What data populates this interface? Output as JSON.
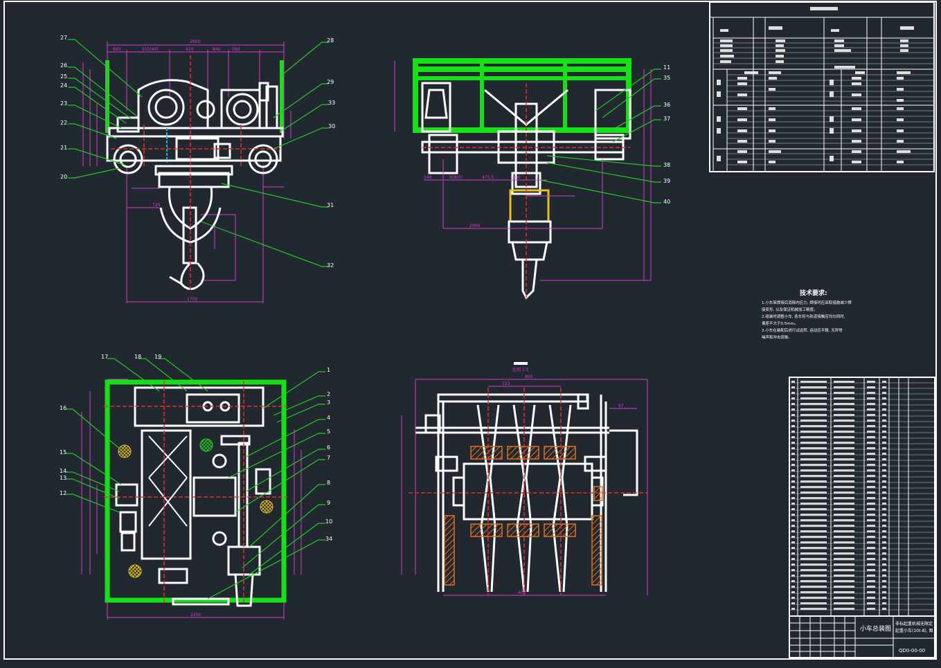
{
  "drawing": {
    "title": "小车总装图",
    "drawing_number": "QD0-00-00",
    "subtitle_line1": "非标起重机械无限定",
    "subtitle_line2": "起重小车(10t-8), 图",
    "tech_title": "技术要求:",
    "tech_lines": [
      "1.小车架焊接后消除内应力, 焊接时应采取措施减少焊",
      "接变形, 以及保证机械加工精度。",
      "2.组装时调整小车, 各车轮与轨道接触应均匀同时,",
      "偏差不大于0.5mm。",
      "3.小车在装配后进行试运转, 运动应平稳, 无异常",
      "噪声和冲击现象。"
    ],
    "scale_label": "比例 1:5",
    "part_callouts_front": [
      "27",
      "26",
      "25",
      "24",
      "23",
      "22",
      "21",
      "20",
      "28",
      "29",
      "33",
      "30",
      "31",
      "32"
    ],
    "part_callouts_side": [
      "11",
      "35",
      "36",
      "37",
      "38",
      "39",
      "40"
    ],
    "part_callouts_plan": [
      "17",
      "18",
      "19",
      "16",
      "15",
      "14",
      "13",
      "12",
      "1",
      "2",
      "3",
      "4",
      "5",
      "6",
      "7",
      "8",
      "9",
      "10",
      "34"
    ],
    "dims_front_top": [
      "2600",
      "660",
      "555(40)",
      "410",
      "840",
      "560"
    ],
    "dims_side_bottom": [
      "340",
      "368(5)",
      "475.5",
      "400",
      "2900"
    ],
    "dims_plan_bottom": "2200",
    "dims_drum_top": [
      "800",
      "123",
      "97",
      "400"
    ],
    "hook_dims": [
      "725",
      "1700"
    ]
  },
  "colors": {
    "background": "#212830",
    "outline": "#ffffff",
    "frame": "#18e018",
    "dimension": "#d23cd2",
    "leader": "#22cc22",
    "centerline": "#e03030",
    "hatch": "#e8c020",
    "blue": "#20b0e0"
  }
}
